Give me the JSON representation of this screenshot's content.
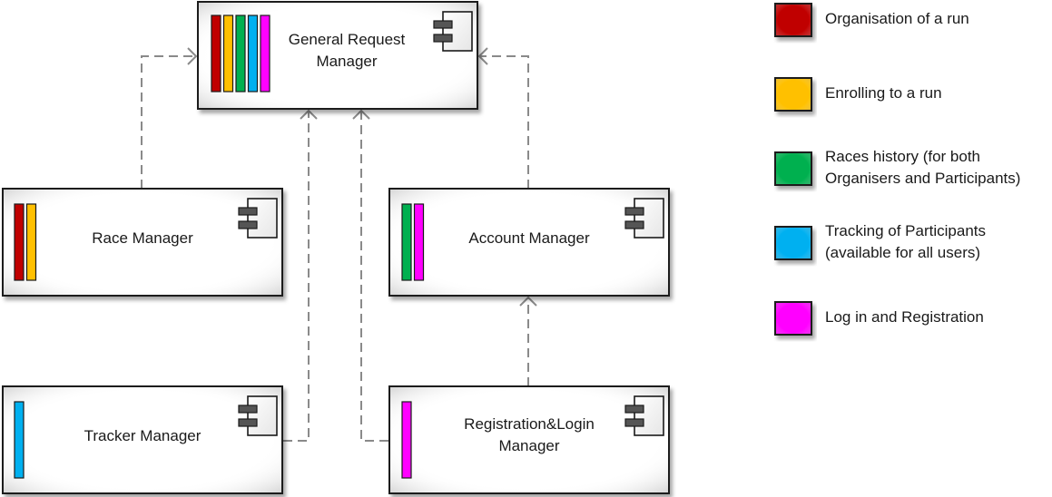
{
  "components": [
    {
      "id": "general",
      "label_lines": [
        "General Request",
        "Manager"
      ],
      "features": [
        "organisation",
        "enrolling",
        "history",
        "tracking",
        "login"
      ]
    },
    {
      "id": "race",
      "label_lines": [
        "Race Manager"
      ],
      "features": [
        "organisation",
        "enrolling"
      ]
    },
    {
      "id": "account",
      "label_lines": [
        "Account Manager"
      ],
      "features": [
        "history",
        "login"
      ]
    },
    {
      "id": "tracker",
      "label_lines": [
        "Tracker Manager"
      ],
      "features": [
        "tracking"
      ]
    },
    {
      "id": "registration",
      "label_lines": [
        "Registration&Login",
        "Manager"
      ],
      "features": [
        "login"
      ]
    }
  ],
  "connections": [
    {
      "from": "race",
      "to": "general"
    },
    {
      "from": "account",
      "to": "general"
    },
    {
      "from": "tracker",
      "to": "general"
    },
    {
      "from": "registration",
      "to": "general"
    },
    {
      "from": "registration",
      "to": "account"
    }
  ],
  "legend": [
    {
      "key": "organisation",
      "color": "#c00000",
      "lines": [
        "Organisation of a run"
      ]
    },
    {
      "key": "enrolling",
      "color": "#ffc000",
      "lines": [
        "Enrolling to a run"
      ]
    },
    {
      "key": "history",
      "color": "#00b050",
      "lines": [
        "Races history (for both",
        "Organisers and Participants)"
      ]
    },
    {
      "key": "tracking",
      "color": "#00b0f0",
      "lines": [
        "Tracking of Participants",
        "(available for all users)"
      ]
    },
    {
      "key": "login",
      "color": "#ff00ff",
      "lines": [
        "Log in and Registration"
      ]
    }
  ]
}
